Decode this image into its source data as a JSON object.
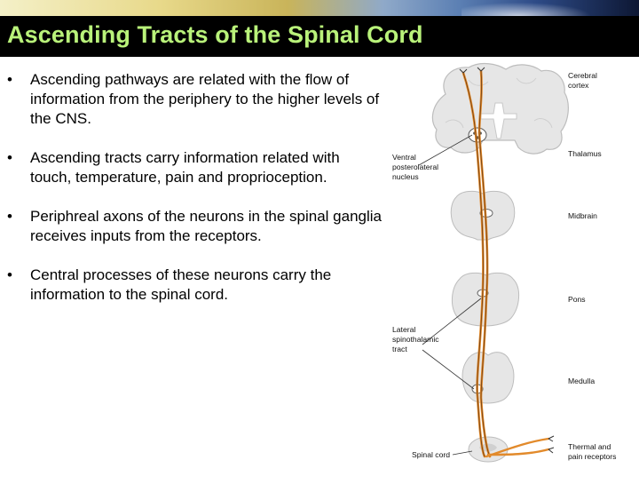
{
  "slide": {
    "title": "Ascending Tracts of the Spinal Cord",
    "colors": {
      "title_text": "#b9f27a",
      "title_bar": "#000000",
      "tract": "#e28a2b"
    }
  },
  "bullets": [
    {
      "text": "Ascending pathways are related with the flow of information from the periphery to the higher levels of the CNS."
    },
    {
      "text": "Ascending tracts carry information related with touch, temperature, pain and proprioception."
    },
    {
      "text": "Periphreal axons of the neurons in the spinal ganglia receives inputs from the receptors."
    },
    {
      "text": "Central processes of these neurons carry the information to the spinal cord."
    }
  ],
  "bullet_symbol": "•",
  "figure_labels": {
    "cerebral_cortex": [
      "Cerebral",
      "cortex"
    ],
    "thalamus": "Thalamus",
    "ventral_posterolateral": [
      "Ventral",
      "posterolateral",
      "nucleus"
    ],
    "midbrain": "Midbrain",
    "pons": "Pons",
    "lateral_spinothalamic": [
      "Lateral",
      "spinothalamic",
      "tract"
    ],
    "medulla": "Medulla",
    "thermal_pain": [
      "Thermal and",
      "pain receptors"
    ],
    "spinal_cord": "Spinal cord"
  }
}
